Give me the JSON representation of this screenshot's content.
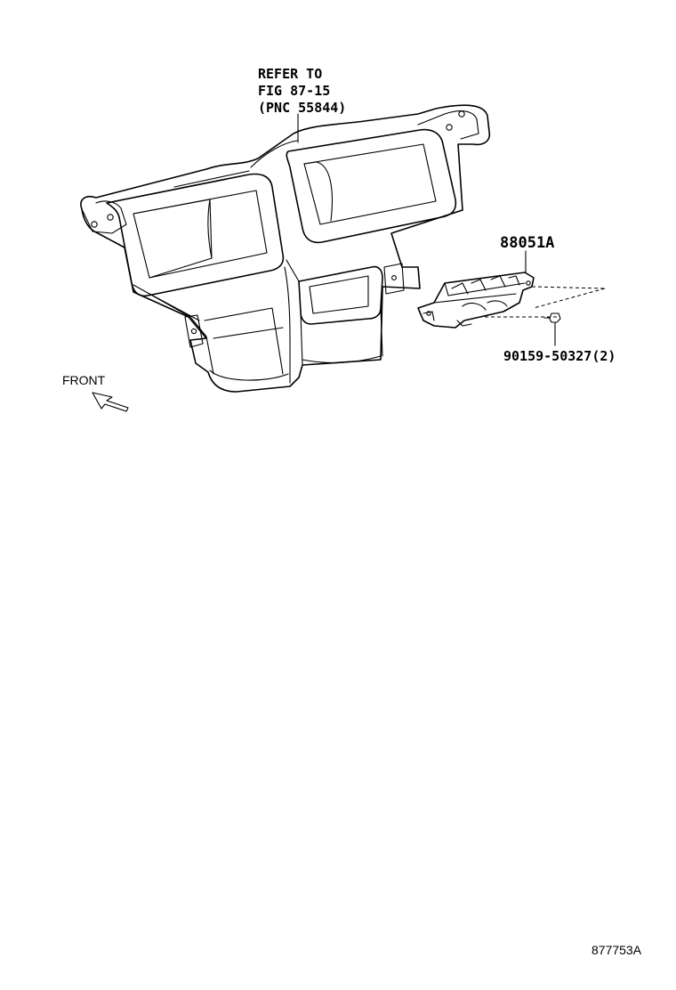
{
  "callouts": {
    "refer_line1": "REFER TO",
    "refer_line2": "FIG 87-15",
    "refer_line3": "(PNC 55844)",
    "part_number": "88051A",
    "screw_number": "90159-50327(2)",
    "front_label": "FRONT"
  },
  "footer": {
    "illustration_id": "877753A"
  }
}
